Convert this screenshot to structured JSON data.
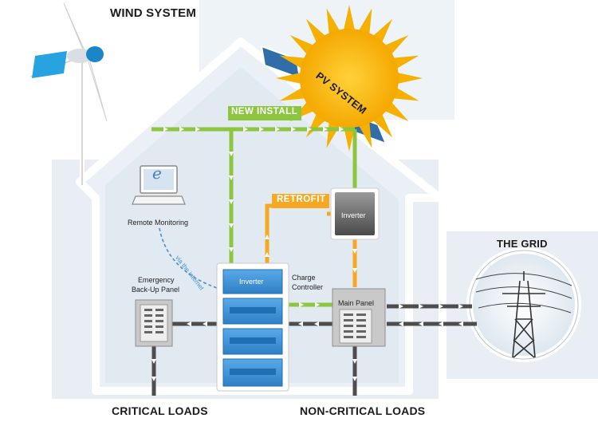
{
  "labels": {
    "wind_system": "WIND SYSTEM",
    "pv_system": "PV SYSTEM",
    "new_install": "NEW INSTALL",
    "retrofit": "RETROFIT",
    "the_grid": "THE GRID",
    "remote_monitoring": "Remote Monitoring",
    "via_internet": "via the internet",
    "emergency_panel_line1": "Emergency",
    "emergency_panel_line2": "Back-Up Panel",
    "charge_controller_line1": "Charge",
    "charge_controller_line2": "Controller",
    "inverter_main": "Inverter",
    "inverter_retrofit": "Inverter",
    "main_panel": "Main Panel",
    "critical_loads": "CRITICAL LOADS",
    "non_critical_loads": "NON-CRITICAL LOADS"
  },
  "icons": {
    "laptop": "laptop-icon",
    "laptop_glyph": "e"
  },
  "colors": {
    "new_install": "#8cc63f",
    "retrofit": "#f7a823",
    "house_fill": "#e6edf4",
    "battery": "#3a8fd6",
    "sun": "#f7b500"
  }
}
